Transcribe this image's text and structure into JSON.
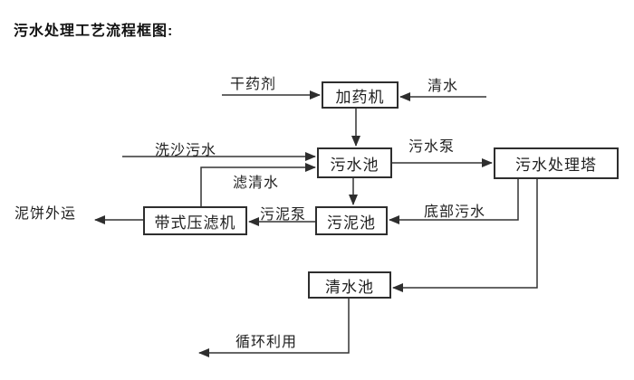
{
  "page": {
    "title": "污水处理工艺流程框图:",
    "background_color": "#ffffff",
    "line_color": "#333333",
    "text_color": "#1f1f1f"
  },
  "nodes": {
    "dosing_machine": {
      "label": "加药机"
    },
    "sewage_pool": {
      "label": "污水池"
    },
    "treatment_tower": {
      "label": "污水处理塔"
    },
    "belt_filter_press": {
      "label": "带式压滤机"
    },
    "sludge_pool": {
      "label": "污泥池"
    },
    "clean_water_pool": {
      "label": "清水池"
    }
  },
  "flow_labels": {
    "dry_agent": "干药剂",
    "clean_water": "清水",
    "sand_washing_sewage": "洗沙污水",
    "filtered_water": "滤清水",
    "sewage_pump": "污水泵",
    "bottom_sewage": "底部污水",
    "sludge_pump": "污泥泵",
    "mud_cake_out": "泥饼外运",
    "recycle_use": "循环利用"
  }
}
